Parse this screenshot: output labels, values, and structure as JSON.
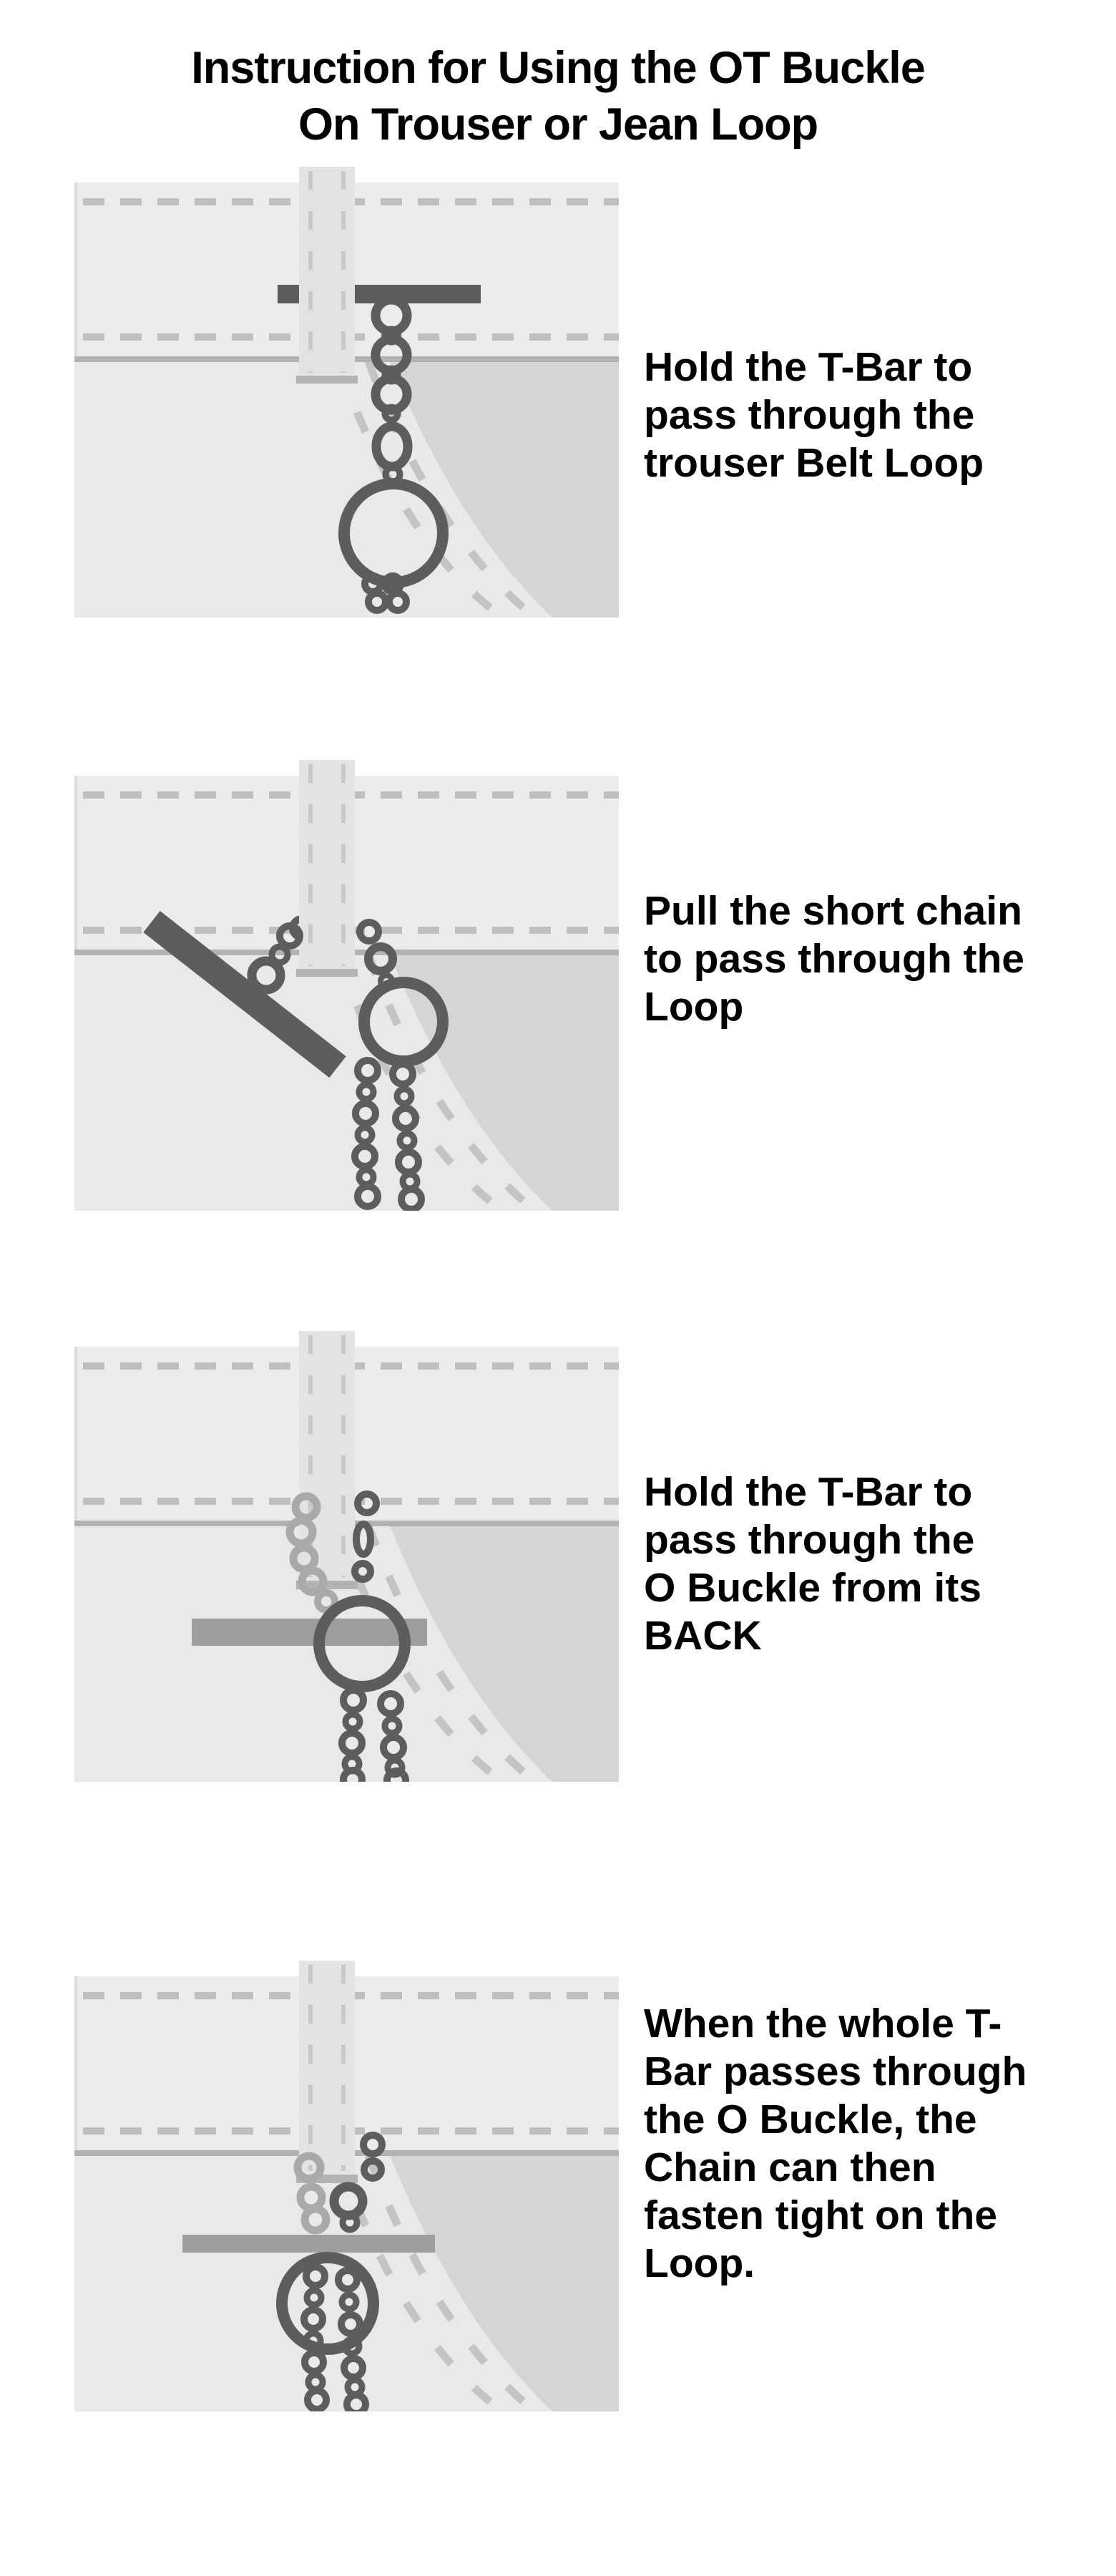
{
  "title": {
    "text": "Instruction for Using the OT Buckle\nOn Trouser or Jean Loop"
  },
  "steps": [
    {
      "id": 1,
      "caption": "Hold the T-Bar to\npass through the\ntrouser Belt Loop",
      "illustration": "t-bar-held-through-belt-loop-with-chain-and-o-ring-hanging"
    },
    {
      "id": 2,
      "caption": "Pull the short chain\nto pass through the\nLoop",
      "illustration": "short-chain-pulled-through-loop-t-bar-diagonal"
    },
    {
      "id": 3,
      "caption": "Hold the T-Bar to\npass through the\nO Buckle from its\nBACK",
      "illustration": "t-bar-passing-behind-o-buckle"
    },
    {
      "id": 4,
      "caption": "When the whole T-\nBar passes through\nthe O Buckle, the\nChain can then\nfasten tight on the\nLoop.",
      "illustration": "t-bar-through-o-buckle-chain-fastened-on-loop"
    }
  ],
  "colors": {
    "text": "#000000",
    "page_background": "#ffffff",
    "waistband": "#ececec",
    "trouser_body": "#e9e9e9",
    "pocket_shade": "#d5d5d5",
    "pocket_stitch": "#c4c4c4",
    "band_stitch": "#bfbfbf",
    "belt_loop": "#e3e3e3",
    "loop_stitch": "#c9c9c9",
    "shadow": "#b2b2b2",
    "metal_dark": "#5d5d5d",
    "metal_medium": "#9e9e9e",
    "chain_back": "#a9a9a9"
  }
}
